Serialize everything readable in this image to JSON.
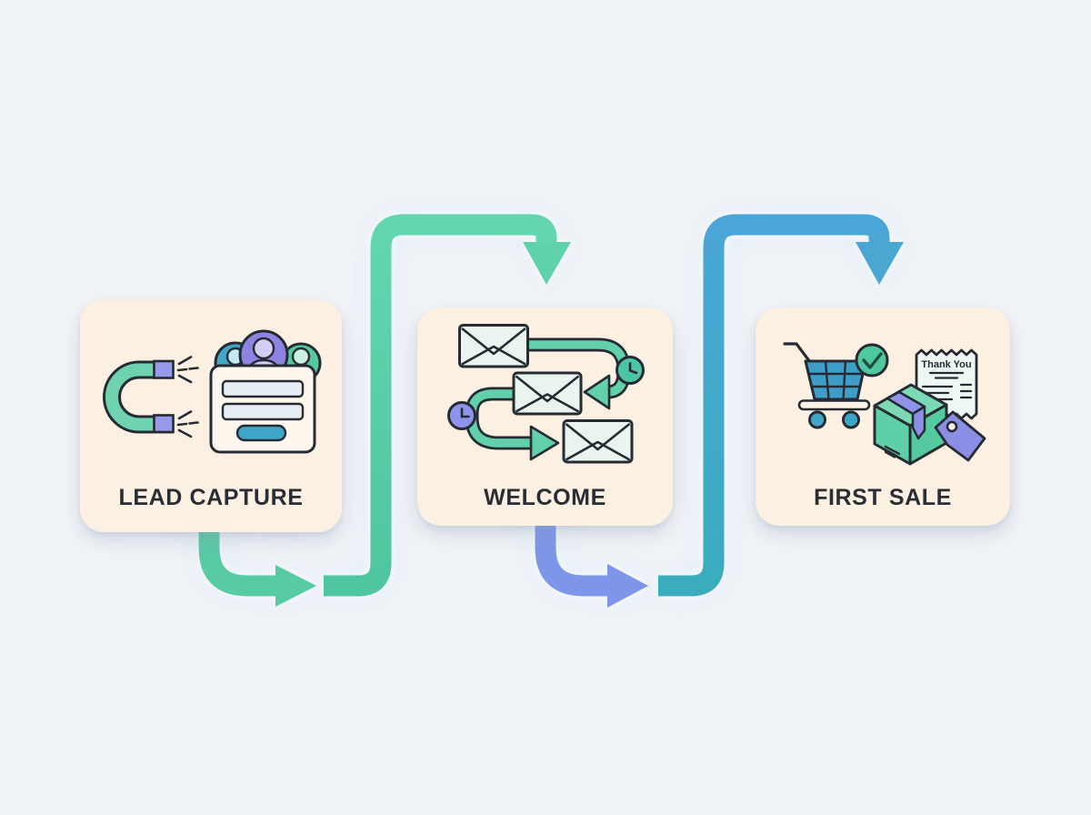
{
  "diagram": {
    "type": "flow",
    "steps": [
      {
        "label": "LEAD CAPTURE",
        "icon": "magnet-lead-form-icon"
      },
      {
        "label": "WELCOME",
        "icon": "email-sequence-icon"
      },
      {
        "label": "FIRST SALE",
        "icon": "cart-package-receipt-icon",
        "receipt_text": "Thank You"
      }
    ],
    "connectors": [
      {
        "name": "step1-exit-arrow",
        "color": "#58cba5"
      },
      {
        "name": "step1-to-step2-arrow",
        "color_start": "#4ec6a0",
        "color_end": "#63d6b0"
      },
      {
        "name": "step2-exit-arrow",
        "color": "#7e96e9"
      },
      {
        "name": "step2-to-step3-arrow",
        "color_start": "#3aacbe",
        "color_end": "#4aa6d6"
      }
    ],
    "colors": {
      "background": "#eef1f5",
      "card": "#fbf0e2",
      "outline": "#262b33",
      "mint_green": "#62d0ab",
      "teal_blue": "#3fa8c8",
      "purple": "#8d8fe7",
      "green": "#55c9a0"
    }
  }
}
